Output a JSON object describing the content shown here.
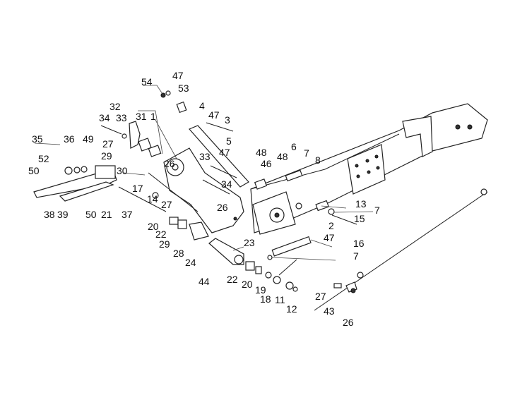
{
  "diagram": {
    "type": "exploded-parts-diagram",
    "labels": [
      "54",
      "47",
      "53",
      "4",
      "47",
      "3",
      "32",
      "34",
      "33",
      "31",
      "1",
      "35",
      "36",
      "49",
      "5",
      "47",
      "48",
      "52",
      "27",
      "29",
      "33",
      "48",
      "6",
      "7",
      "8",
      "46",
      "50",
      "26",
      "30",
      "34",
      "17",
      "14",
      "26",
      "27",
      "13",
      "7",
      "15",
      "38",
      "39",
      "50",
      "21",
      "37",
      "20",
      "22",
      "2",
      "23",
      "47",
      "16",
      "29",
      "28",
      "24",
      "7",
      "44",
      "22",
      "20",
      "19",
      "18",
      "11",
      "12",
      "27",
      "43",
      "26"
    ]
  }
}
